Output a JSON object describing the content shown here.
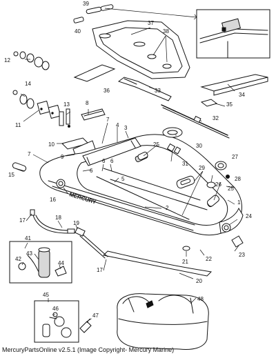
{
  "copyright": "MercuryPartsOnline v2.5.1 (Image Copyright- Mercury Marine)",
  "callouts": {
    "c1": "1",
    "c2": "2",
    "c3": "3",
    "c4": "4",
    "c5": "5",
    "c6a": "6",
    "c6b": "6",
    "c6c": "6",
    "c7a": "7",
    "c7b": "7",
    "c8": "8",
    "c9": "9",
    "c10": "10",
    "c11": "11",
    "c12": "12",
    "c13": "13",
    "c14": "14",
    "c15": "15",
    "c16": "16",
    "c17a": "17",
    "c17b": "17",
    "c18": "18",
    "c19": "19",
    "c20": "20",
    "c21": "21",
    "c22": "22",
    "c23": "23",
    "c24": "24",
    "c25a": "25",
    "c25b": "25",
    "c26": "26",
    "c27": "27",
    "c28": "28",
    "c29": "29",
    "c30": "30",
    "c31": "31",
    "c32": "32",
    "c33": "33",
    "c34": "34",
    "c35": "35",
    "c36": "36",
    "c37": "37",
    "c38": "38",
    "c39": "39",
    "c40": "40",
    "c41": "41",
    "c42": "42",
    "c43": "43",
    "c44": "44",
    "c45": "45",
    "c46": "46",
    "c47": "47",
    "c48": "48"
  },
  "hull_lettering": "MERCURY"
}
